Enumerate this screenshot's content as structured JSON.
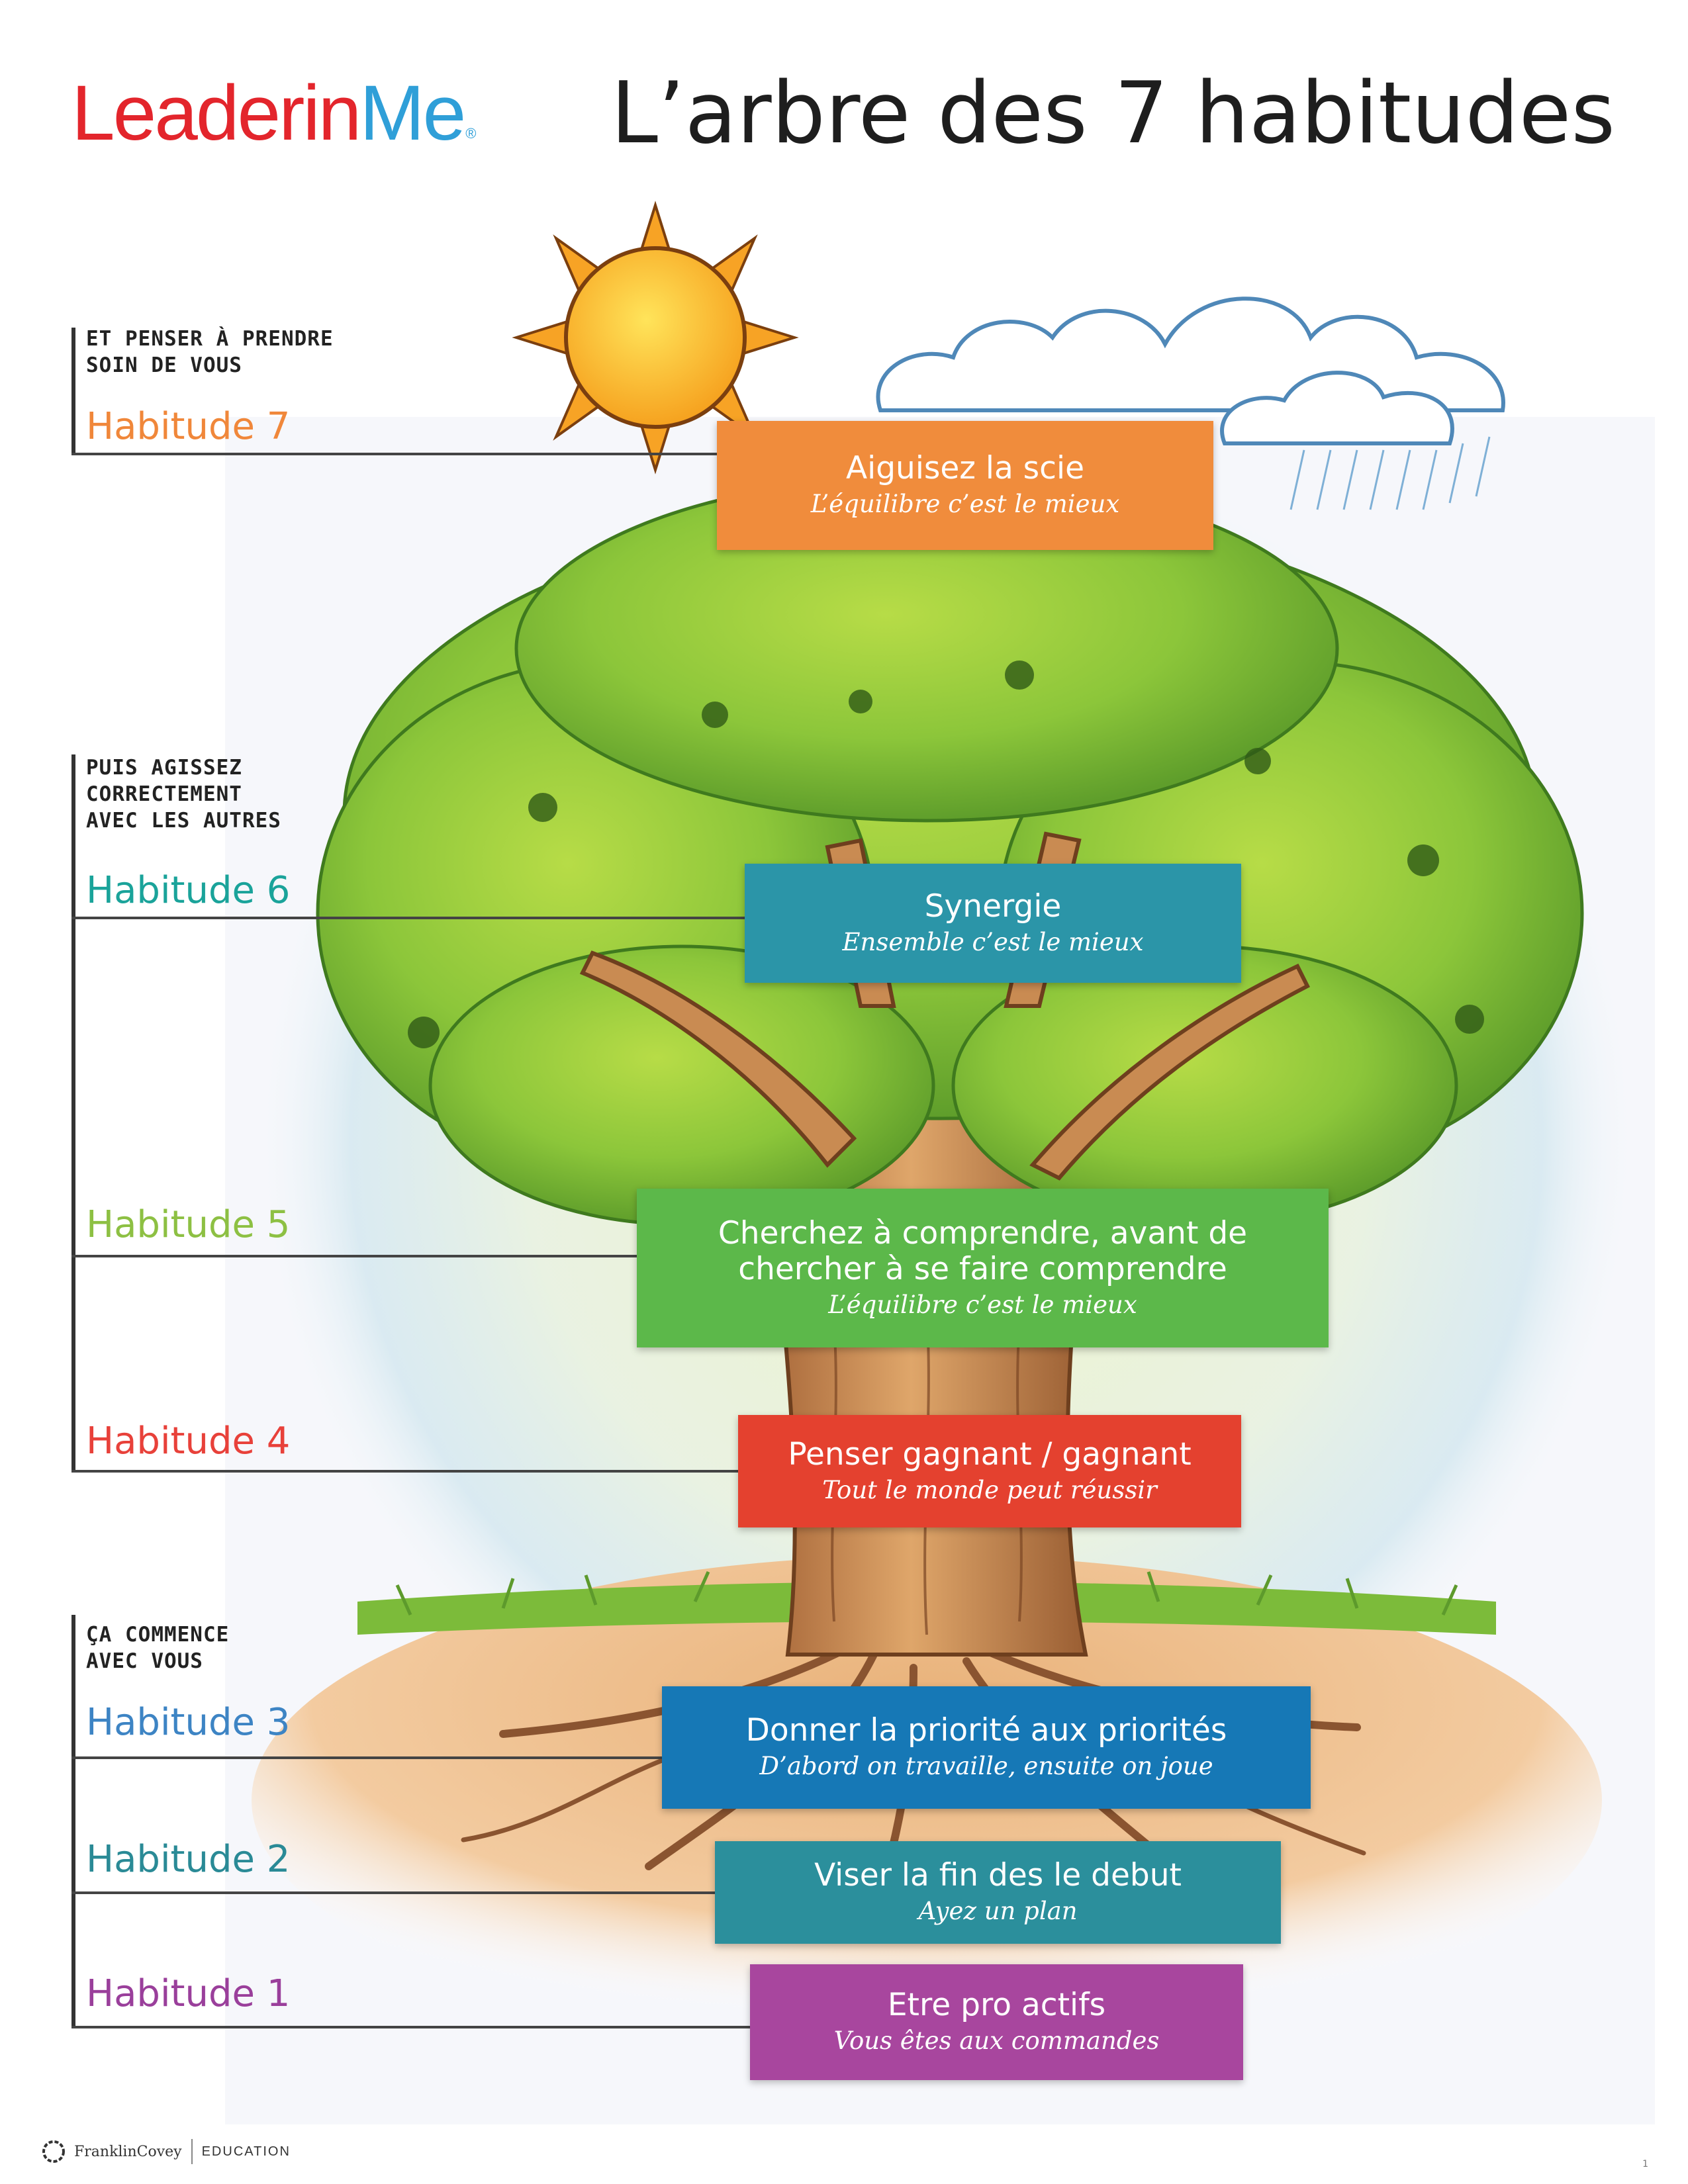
{
  "header": {
    "logo_part1": "Leader",
    "logo_part2": "in",
    "logo_part3": "Me",
    "logo_mark": "®",
    "title": "L’arbre des 7 habitudes"
  },
  "groups": {
    "g7": "ET PENSER À PRENDRE\nSOIN DE VOUS",
    "g6": "PUIS AGISSEZ\nCORRECTEMENT\nAVEC LES AUTRES",
    "g1": "ÇA COMMENCE\nAVEC VOUS"
  },
  "habits": [
    {
      "label": "Habitude 7",
      "title": "Aiguisez la scie",
      "subtitle": "L’équilibre c’est le mieux",
      "label_color": "#f0873a",
      "box_color": "#f08c3c"
    },
    {
      "label": "Habitude 6",
      "title": "Synergie",
      "subtitle": "Ensemble c’est le mieux",
      "label_color": "#1aa39a",
      "box_color": "#2b95a8"
    },
    {
      "label": "Habitude 5",
      "title_line1": "Cherchez à comprendre, avant de",
      "title_line2": "chercher à se faire comprendre",
      "subtitle": "L’équilibre c’est le mieux",
      "label_color": "#8dc043",
      "box_color": "#5cb84a"
    },
    {
      "label": "Habitude 4",
      "title": "Penser gagnant / gagnant",
      "subtitle": "Tout le monde peut réussir",
      "label_color": "#e8413a",
      "box_color": "#e4412f"
    },
    {
      "label": "Habitude 3",
      "title": "Donner la priorité aux priorités",
      "subtitle": "D’abord on travaille, ensuite on joue",
      "label_color": "#3d84c4",
      "box_color": "#1678b6"
    },
    {
      "label": "Habitude 2",
      "title": "Viser la fin des le debut",
      "subtitle": "Ayez un plan",
      "label_color": "#2a8a96",
      "box_color": "#2b8f9c"
    },
    {
      "label": "Habitude 1",
      "title": "Etre pro actifs",
      "subtitle": "Vous êtes aux commandes",
      "label_color": "#9a3f9b",
      "box_color": "#a8469e"
    }
  ],
  "footer": {
    "brand": "FranklinCovey",
    "division": "EDUCATION",
    "page": "1"
  },
  "illustration": {
    "sun": "sun-icon",
    "cloud": "rain-cloud-icon",
    "tree": "tree-illustration"
  }
}
